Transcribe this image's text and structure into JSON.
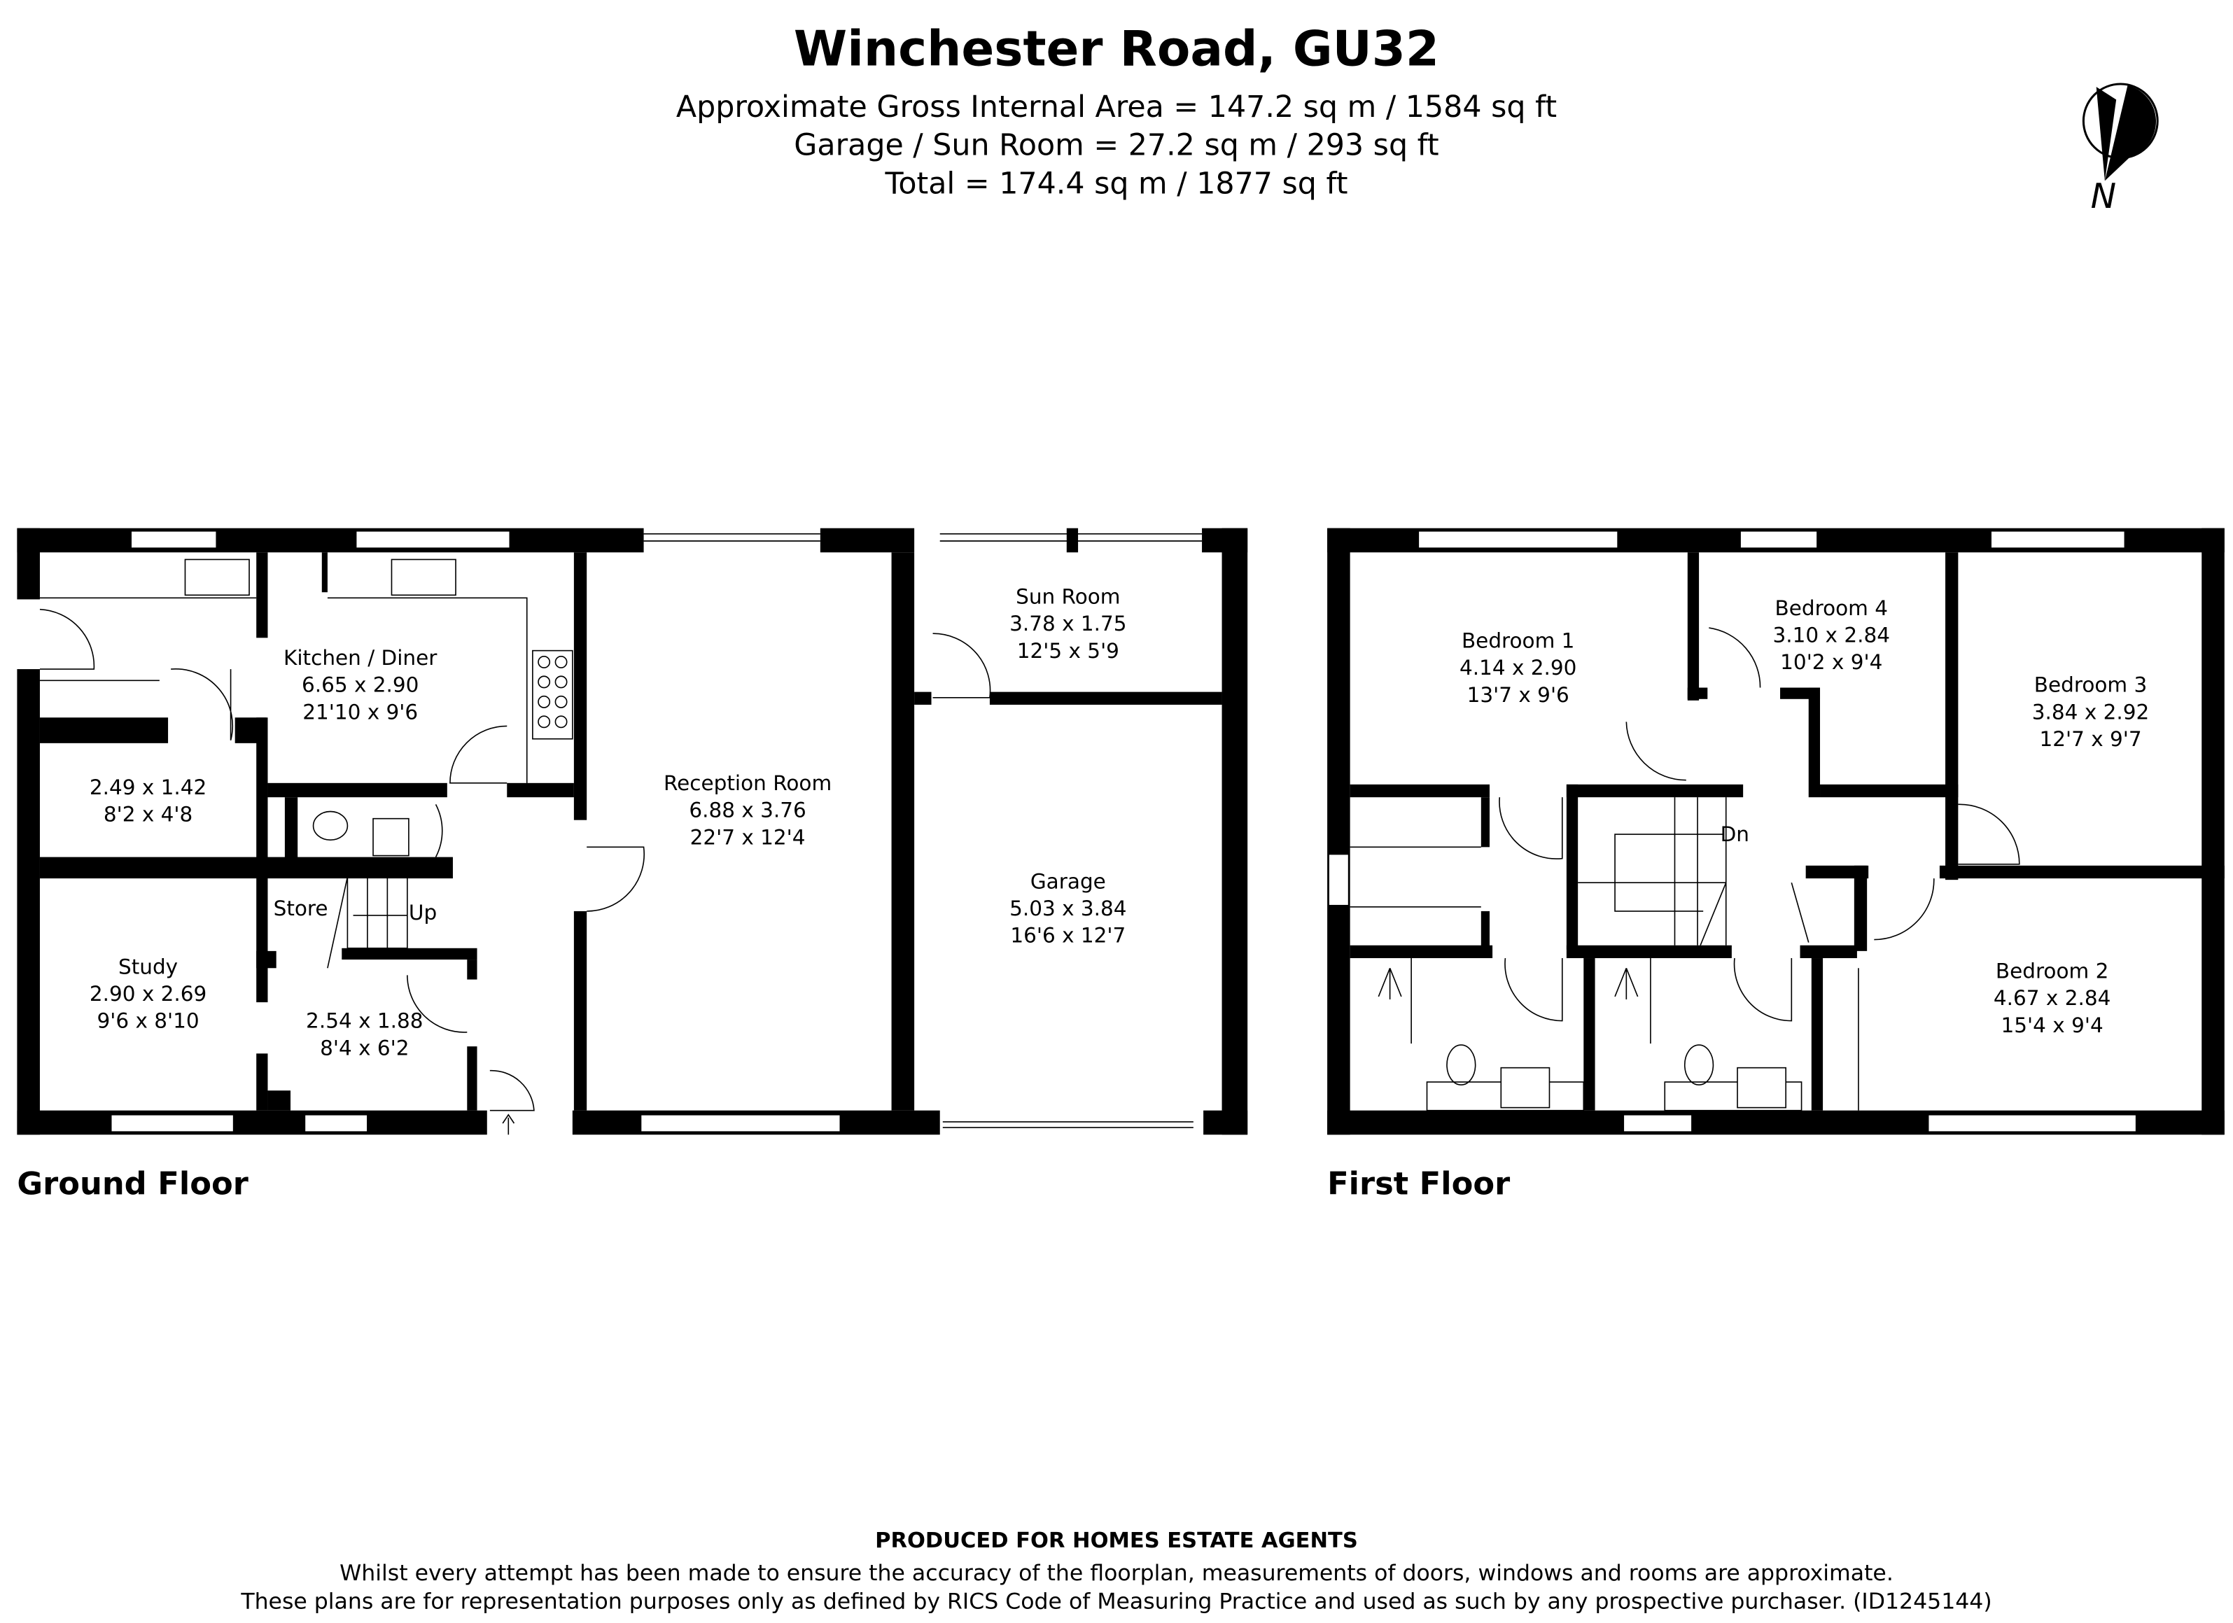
{
  "header": {
    "title": "Winchester Road, GU32",
    "area_lines": [
      "Approximate Gross Internal Area = 147.2 sq m / 1584 sq ft",
      "Garage / Sun Room = 27.2 sq m / 293 sq ft",
      "Total = 174.4 sq m / 1877 sq ft"
    ],
    "compass_label": "N",
    "compass_icon": "north-arrow-icon"
  },
  "ground_floor": {
    "label": "Ground Floor",
    "rooms": [
      {
        "name": "Kitchen / Diner",
        "metric": "6.65 x 2.90",
        "imperial": "21'10 x 9'6"
      },
      {
        "name": "",
        "metric": "2.49 x 1.42",
        "imperial": "8'2 x 4'8"
      },
      {
        "name": "Study",
        "metric": "2.90 x 2.69",
        "imperial": "9'6 x 8'10"
      },
      {
        "name": "",
        "metric": "2.54 x 1.88",
        "imperial": "8'4 x 6'2"
      },
      {
        "name": "Reception Room",
        "metric": "6.88 x 3.76",
        "imperial": "22'7 x 12'4"
      },
      {
        "name": "Sun Room",
        "metric": "3.78 x 1.75",
        "imperial": "12'5 x 5'9"
      },
      {
        "name": "Garage",
        "metric": "5.03 x 3.84",
        "imperial": "16'6 x 12'7"
      }
    ],
    "store_label": "Store",
    "stairs_label": "Up"
  },
  "first_floor": {
    "label": "First Floor",
    "rooms": [
      {
        "name": "Bedroom 1",
        "metric": "4.14 x 2.90",
        "imperial": "13'7 x 9'6"
      },
      {
        "name": "Bedroom 4",
        "metric": "3.10 x 2.84",
        "imperial": "10'2 x 9'4"
      },
      {
        "name": "Bedroom 3",
        "metric": "3.84 x 2.92",
        "imperial": "12'7 x 9'7"
      },
      {
        "name": "Bedroom 2",
        "metric": "4.67 x 2.84",
        "imperial": "15'4 x 9'4"
      }
    ],
    "stairs_label": "Dn"
  },
  "footer": {
    "producer": "PRODUCED FOR HOMES ESTATE AGENTS",
    "disclaimer_1": "Whilst every attempt has been made to ensure the accuracy of the floorplan, measurements of doors, windows and rooms are approximate.",
    "disclaimer_2": "These plans are for representation purposes only as defined by RICS Code of Measuring Practice and used as such by any prospective purchaser. (ID1245144)"
  }
}
